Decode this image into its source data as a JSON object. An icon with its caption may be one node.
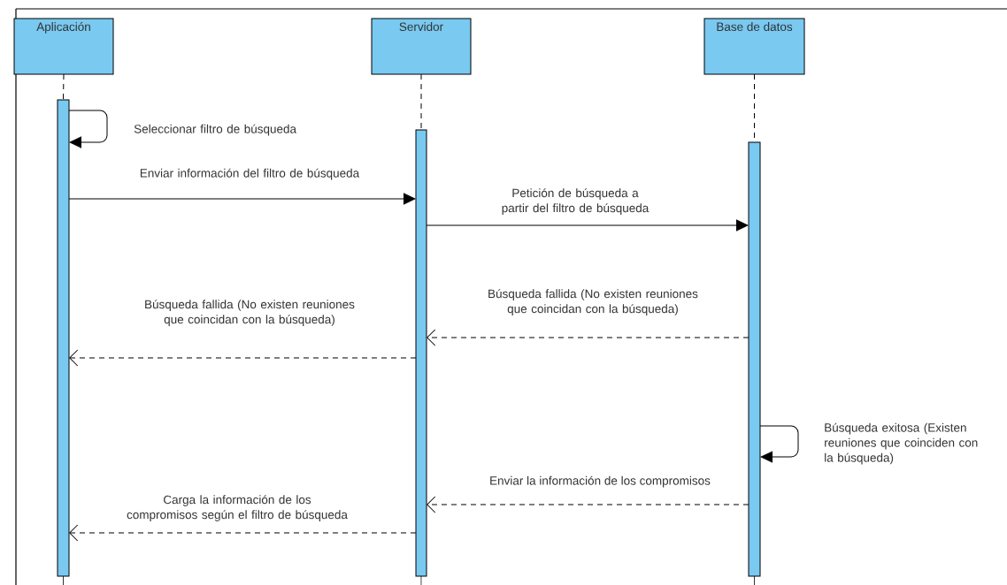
{
  "diagram": {
    "nodes": [
      {
        "text": [
          "Aplicación"
        ]
      },
      {
        "text": [
          "Servidor"
        ]
      },
      {
        "text": [
          "Base de datos"
        ]
      },
      {
        "text": [],
        "shape": "bar"
      },
      {
        "text": [],
        "shape": "bar"
      },
      {
        "text": [],
        "shape": "bar"
      }
    ],
    "edges": [
      {
        "from": 0,
        "to": 3,
        "arrow": "none",
        "style": "dashed"
      },
      {
        "from": 1,
        "to": 4,
        "arrow": "none",
        "style": "dashed"
      },
      {
        "from": 2,
        "to": 5,
        "arrow": "none",
        "style": "dashed"
      },
      {
        "from": 3,
        "to": 3,
        "arrow": "to",
        "label": "Seleccionar filtro de búsqueda"
      },
      {
        "from": 3,
        "to": 4,
        "arrow": "to",
        "label": "Enviar información del filtro de búsqueda"
      },
      {
        "from": 4,
        "to": 5,
        "arrow": "to",
        "label": "Petición de búsqueda a partir del filtro de búsqueda"
      },
      {
        "from": 5,
        "to": 4,
        "arrow": "to",
        "style": "dashed",
        "label": "Búsqueda fallida (No existen reuniones que coincidan con la búsqueda)"
      },
      {
        "from": 4,
        "to": 3,
        "arrow": "to",
        "style": "dashed",
        "label": "Búsqueda fallida (No existen reuniones que coincidan con la búsqueda)"
      },
      {
        "from": 5,
        "to": 5,
        "arrow": "to",
        "label": "Búsqueda exitosa (Existen reuniones que coinciden con la búsqueda)"
      },
      {
        "from": 5,
        "to": 4,
        "arrow": "to",
        "style": "dashed",
        "label": "Enviar la información de los compromisos"
      },
      {
        "from": 4,
        "to": 3,
        "arrow": "to",
        "style": "dashed",
        "label": "Carga la información de los compromisos según el filtro de búsqueda"
      }
    ]
  }
}
